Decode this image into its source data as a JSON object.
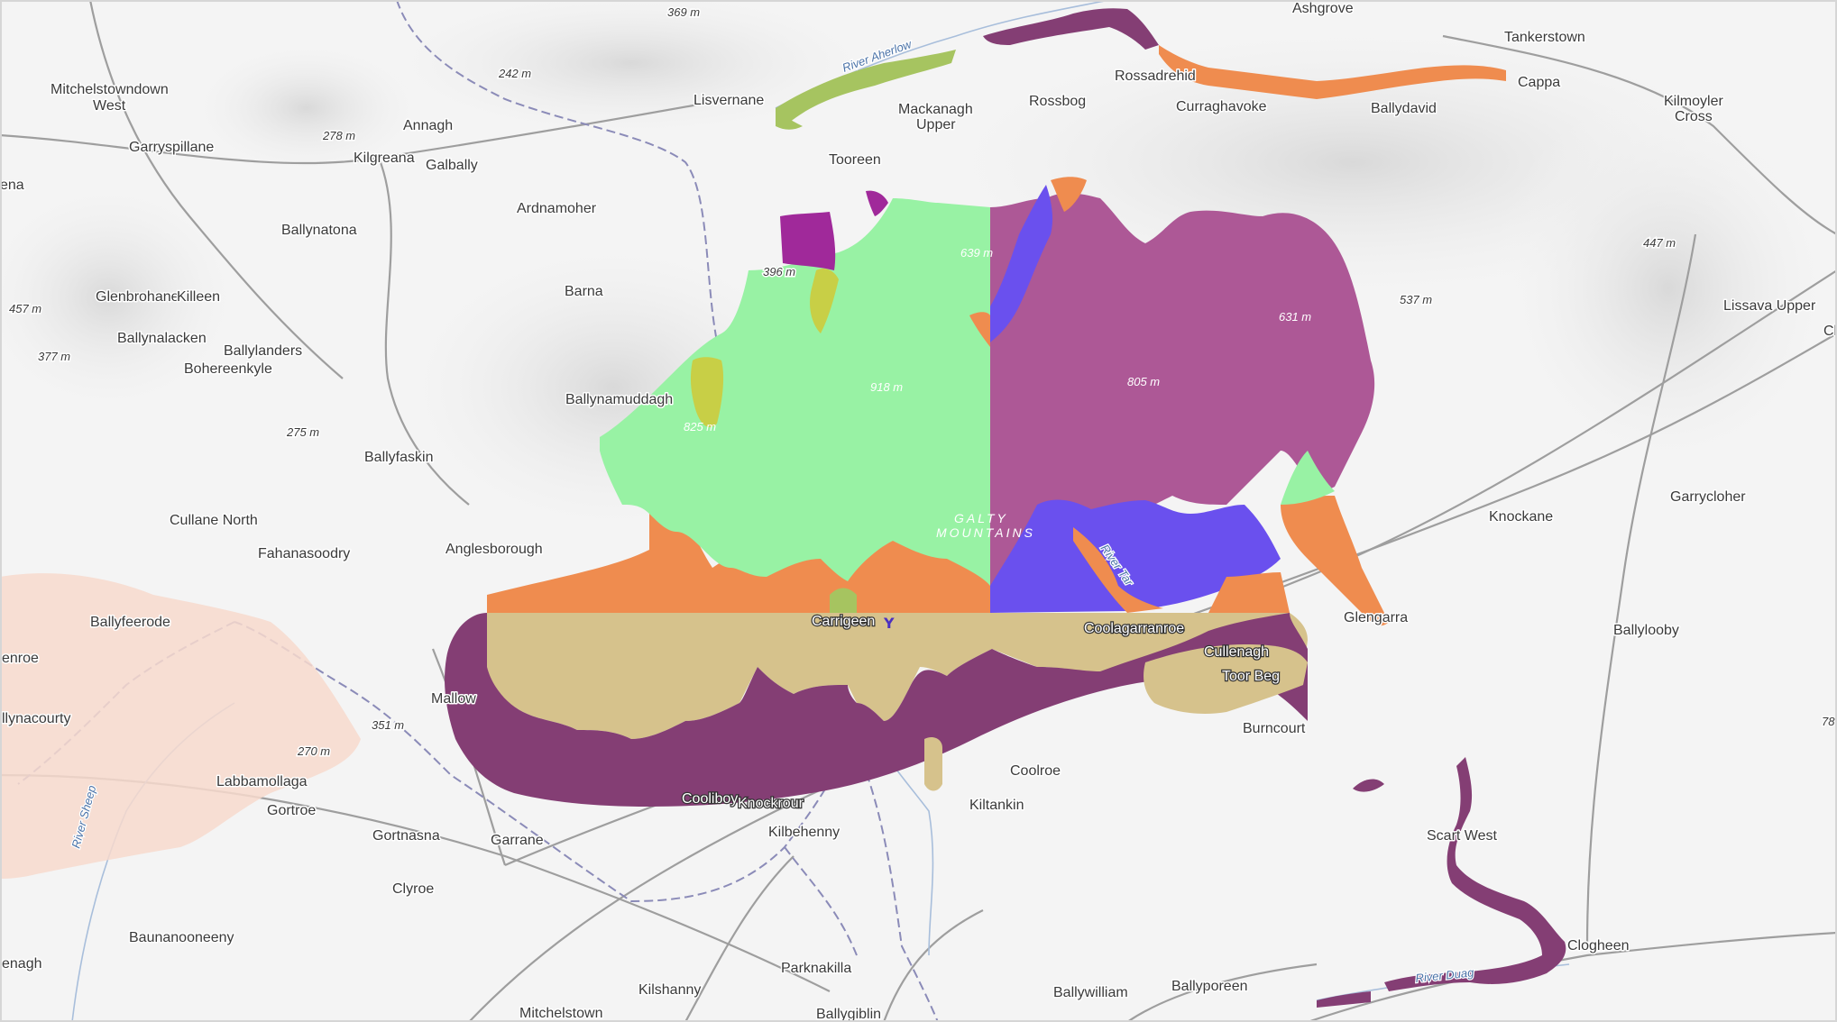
{
  "colors": {
    "light_green": "#98f2a4",
    "mauve": "#ad5896",
    "dark_plum": "#843e74",
    "tan": "#d6c28c",
    "orange": "#ef8c4f",
    "blue_violet": "#6a50ee",
    "yellow_green": "#c8cf46",
    "magenta": "#a0299a",
    "olive_green": "#a6c460",
    "peach": "#f7d9cc"
  },
  "places": [
    {
      "name": "Mitchelstowndown",
      "line2": "West"
    },
    {
      "name": "Garryspillane"
    },
    {
      "name": "Annagh"
    },
    {
      "name": "Kilgreana"
    },
    {
      "name": "Galbally"
    },
    {
      "name": "Lisvernane"
    },
    {
      "name": "Mackanagh",
      "line2": "Upper"
    },
    {
      "name": "Rossbog"
    },
    {
      "name": "Rossadrehid"
    },
    {
      "name": "Curraghavoke"
    },
    {
      "name": "Ballydavid"
    },
    {
      "name": "Ashgrove"
    },
    {
      "name": "Tankerstown"
    },
    {
      "name": "Cappa"
    },
    {
      "name": "Kilmoyler",
      "line2": "Cross"
    },
    {
      "name": "Tooreen"
    },
    {
      "name": "Ardnamoher"
    },
    {
      "name": "Ballynatona"
    },
    {
      "name": "Glenbrohane"
    },
    {
      "name": "Killeen"
    },
    {
      "name": "Barna"
    },
    {
      "name": "Ballynalacken"
    },
    {
      "name": "Ballylanders"
    },
    {
      "name": "Bohereenkyle"
    },
    {
      "name": "Ballynamuddagh"
    },
    {
      "name": "Ballyfaskin"
    },
    {
      "name": "Cullane North"
    },
    {
      "name": "Fahanasoodry"
    },
    {
      "name": "Anglesborough"
    },
    {
      "name": "Lissava Upper"
    },
    {
      "name": "Knockane"
    },
    {
      "name": "Garrycloher"
    },
    {
      "name": "Glengarra"
    },
    {
      "name": "Ballylooby"
    },
    {
      "name": "Ballyfeerode"
    },
    {
      "name": "Mallow"
    },
    {
      "name": "Carrigeen"
    },
    {
      "name": "Coolagarranroe"
    },
    {
      "name": "Cullenagh"
    },
    {
      "name": "Toor Beg"
    },
    {
      "name": "Burncourt"
    },
    {
      "name": "Coolroe"
    },
    {
      "name": "Kiltankin"
    },
    {
      "name": "Cooliboy"
    },
    {
      "name": "Knockrour"
    },
    {
      "name": "Kilbehenny"
    },
    {
      "name": "Labbamollaga"
    },
    {
      "name": "Gortroe"
    },
    {
      "name": "Gortnasna"
    },
    {
      "name": "Garrane"
    },
    {
      "name": "Clyroe"
    },
    {
      "name": "Baunanooneeny"
    },
    {
      "name": "Parknakilla"
    },
    {
      "name": "Kilshanny"
    },
    {
      "name": "Mitchelstown"
    },
    {
      "name": "Ballygiblin"
    },
    {
      "name": "Ballywilliam"
    },
    {
      "name": "Ballyporeen"
    },
    {
      "name": "Scart West"
    },
    {
      "name": "Clogheen"
    },
    {
      "name": "ena"
    },
    {
      "name": "enroe"
    },
    {
      "name": "llynacourty"
    },
    {
      "name": "enagh"
    },
    {
      "name": "Cl"
    }
  ],
  "elevations": [
    "369 m",
    "242 m",
    "278 m",
    "396 m",
    "639 m",
    "631 m",
    "805 m",
    "918 m",
    "825 m",
    "537 m",
    "447 m",
    "457 m",
    "377 m",
    "275 m",
    "351 m",
    "270 m",
    "78"
  ],
  "rivers": [
    "River Aherlow",
    "River Tar",
    "River Duag",
    "River Sheep"
  ],
  "mountain_label": {
    "line1": "GALTY",
    "line2": "MOUNTAINS"
  },
  "symbol": "Y"
}
